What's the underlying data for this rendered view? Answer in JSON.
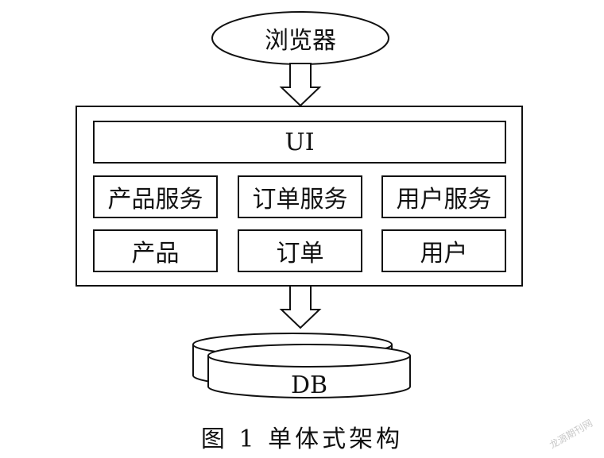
{
  "browser_label": "浏览器",
  "app_box": {
    "ui_label": "UI",
    "services": [
      "产品服务",
      "订单服务",
      "用户服务"
    ],
    "data_modules": [
      "产品",
      "订单",
      "用户"
    ]
  },
  "db_label": "DB",
  "caption": "图 1   单体式架构",
  "watermark": "龙源期刊网"
}
